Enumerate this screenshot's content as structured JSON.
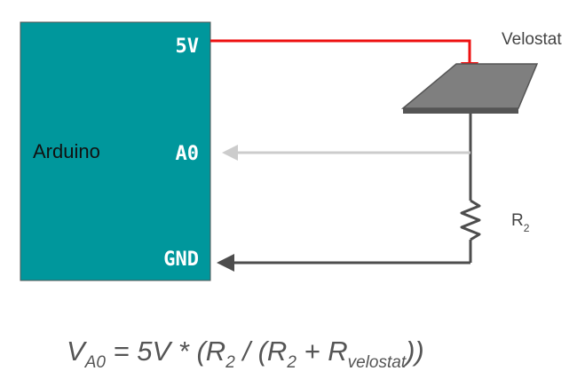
{
  "board": {
    "label": "Arduino",
    "pins": {
      "v5": "5V",
      "a0": "A0",
      "gnd": "GND"
    }
  },
  "velostat": {
    "label": "Velostat"
  },
  "resistor": {
    "label_main": "R",
    "label_sub": "2"
  },
  "formula": {
    "v": "V",
    "a0_sub": "A0",
    "part1": " = 5V * (R",
    "r2_sub_1": "2",
    "part2": " / (R",
    "r2_sub_2": "2",
    "part3": " + R",
    "velostat_sub": "velostat",
    "part4": "))"
  },
  "colors": {
    "board": "#00979c",
    "board_border": "#555555",
    "wire_5v": "#ee1111",
    "wire_a0": "#cccccc",
    "wire_gnd": "#4d4d4d",
    "velostat_top": "#7f7f7f",
    "velostat_side": "#555555"
  }
}
